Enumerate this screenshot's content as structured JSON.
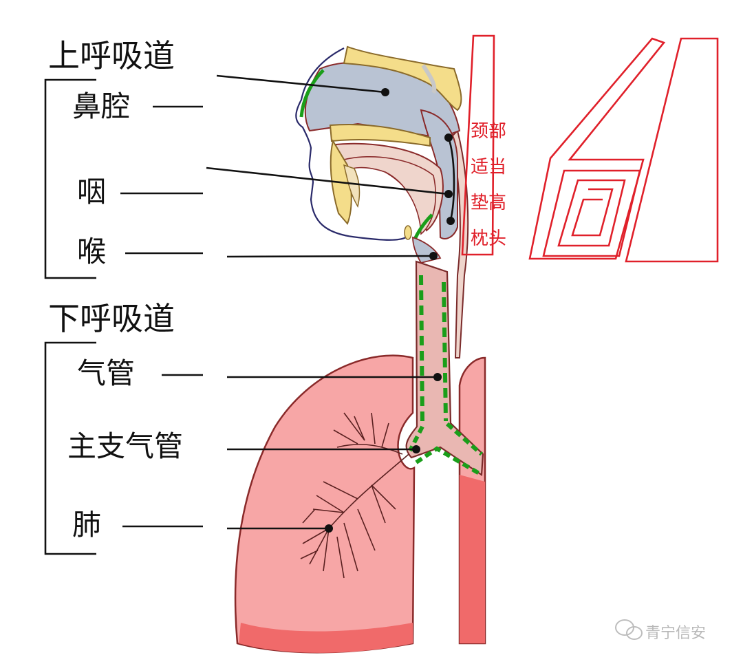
{
  "upper_tract": {
    "title": "上呼吸道",
    "parts": [
      "鼻腔",
      "咽",
      "喉"
    ]
  },
  "lower_tract": {
    "title": "下呼吸道",
    "parts": [
      "气管",
      "主支气管",
      "肺"
    ]
  },
  "pillow_note": [
    "颈部",
    "适当",
    "垫高",
    "枕头"
  ],
  "watermark": "青宁信安",
  "colors": {
    "upper_airway": "#b9c3d3",
    "tissue": "#efd5cc",
    "bone": "#f4dd8a",
    "lung": "#f7a6a6",
    "lung_dark": "#f06a6a",
    "mucosa": "#1a9e1a",
    "annotation_red": "#e0202a",
    "leader_line": "#111111"
  }
}
